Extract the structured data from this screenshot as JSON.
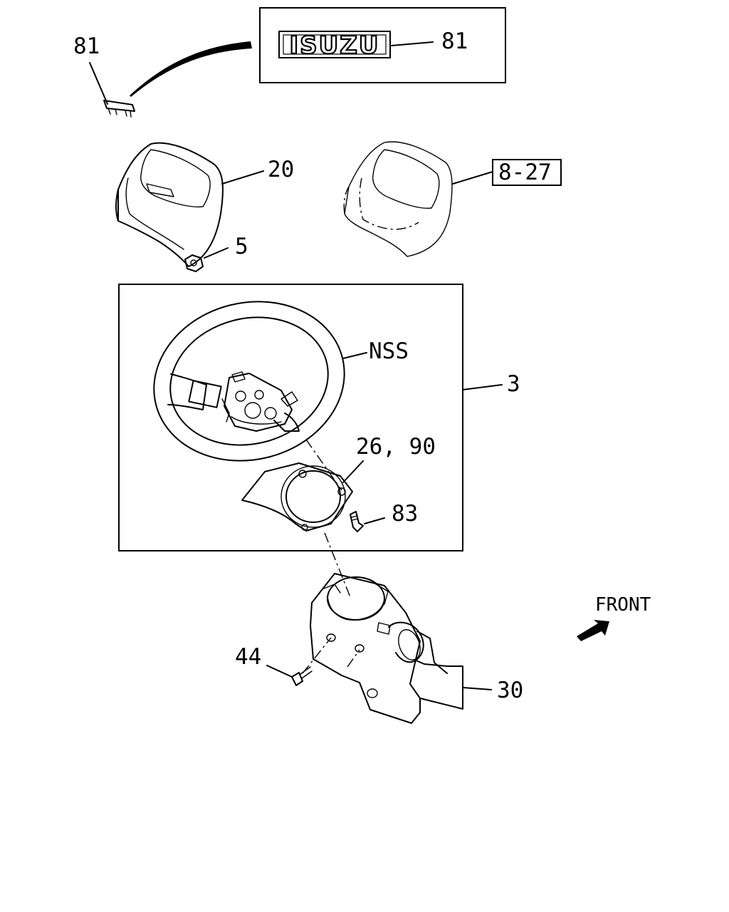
{
  "labels": {
    "emblem_clip": "81",
    "emblem": "81",
    "horn_pad": "20",
    "nut": "5",
    "ref_horn_pad": "8-27",
    "wheel_assembly": "3",
    "wheel": "NSS",
    "cover": "26, 90",
    "screw_cover": "83",
    "screw_column": "44",
    "column_cover": "30",
    "front": "FRONT"
  },
  "emblem_text": "ISUZU"
}
